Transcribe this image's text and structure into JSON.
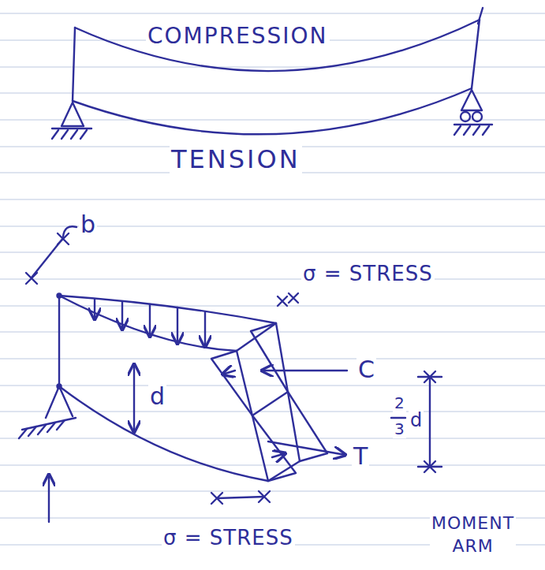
{
  "diagram": {
    "labels": [
      "COMPRESSION",
      "TENSION",
      "b",
      "σ = STRESS",
      "d",
      "C",
      "2",
      "3",
      "d",
      "T",
      "MOMENT ARM",
      "σ = STRESS"
    ]
  }
}
